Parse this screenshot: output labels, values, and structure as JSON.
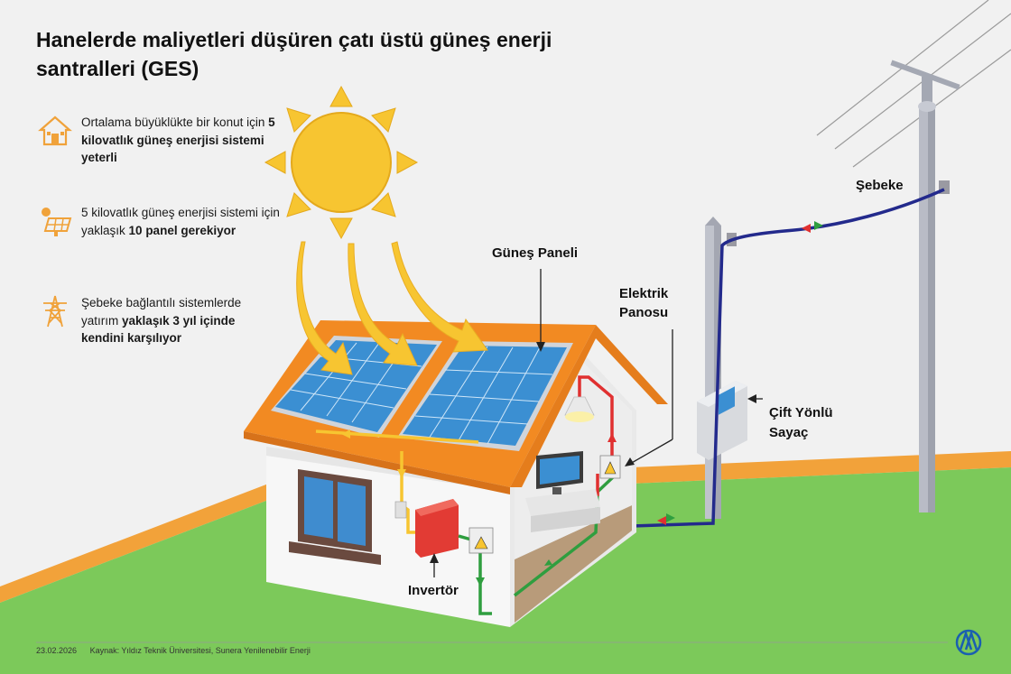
{
  "title": "Hanelerde maliyetleri düşüren çatı üstü güneş enerji santralleri (GES)",
  "facts": [
    {
      "icon": "house-icon",
      "pre": "Ortalama büyüklükte bir konut için",
      "bold": "5 kilovatlık güneş enerjisi sistemi yeterli",
      "post": ""
    },
    {
      "icon": "solar-panel-icon",
      "pre": "5 kilovatlık güneş enerjisi sistemi için yaklaşık",
      "bold": "10 panel gerekiyor",
      "post": ""
    },
    {
      "icon": "power-tower-icon",
      "pre": "Şebeke bağlantılı sistemlerde yatırım",
      "bold": "yaklaşık 3 yıl içinde kendini karşılıyor",
      "post": ""
    }
  ],
  "labels": {
    "gunes_paneli": "Güneş Paneli",
    "elektrik_panosu_1": "Elektrik",
    "elektrik_panosu_2": "Panosu",
    "sebeke": "Şebeke",
    "cift_yonlu_1": "Çift Yönlü",
    "cift_yonlu_2": "Sayaç",
    "invertor": "Invertör"
  },
  "footer": {
    "date": "23.02.2026",
    "source": "Kaynak: Yıldız Teknik Üniversitesi, Sunera Yenilenebilir Enerji"
  },
  "colors": {
    "sun": "#f7c531",
    "roof": "#f28a22",
    "panel": "#3b8fd2",
    "grass": "#7cc95a",
    "wire_red": "#e03030",
    "wire_green": "#2f9e3f",
    "wire_blue": "#232a8c",
    "icon_orange": "#f0a23a"
  }
}
